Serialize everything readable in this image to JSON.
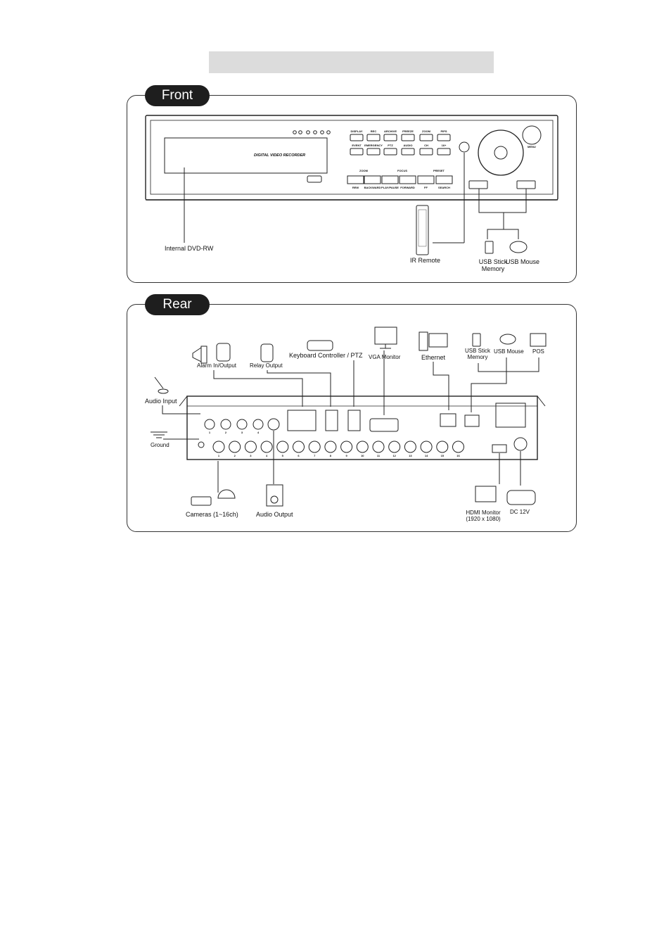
{
  "front": {
    "tab_label": "Front",
    "drive_text": "DIGITAL VIDEO RECORDER",
    "buttons_top": [
      "DISPLAY",
      "REC",
      "ARCHIVE",
      "FREEZE",
      "ZOOM",
      "PIPS"
    ],
    "buttons_mid": [
      "EVENT",
      "EMERGENCY",
      "PTZ",
      "AUDIO",
      "CH",
      "16+"
    ],
    "buttons_bot": [
      "REW",
      "BACKWARD",
      "PLAY/PAUSE",
      "FORWARD",
      "FF",
      "SEARCH"
    ],
    "ptz_row": [
      "ZOOM",
      "FOCUS",
      "PRESET"
    ],
    "menu_label": "MENU",
    "callouts": {
      "dvd": "Internal DVD-RW",
      "remote": "IR Remote",
      "usb_stick_1": "USB Stick",
      "usb_stick_2": "Memory",
      "usb_mouse": "USB Mouse"
    }
  },
  "rear": {
    "tab_label": "Rear",
    "callouts": {
      "alarm": "Alarm In/Output",
      "relay": "Relay Output",
      "keyboard": "Keyboard Controller / PTZ",
      "vga": "VGA Monitor",
      "ethernet": "Ethernet",
      "usb_stick_1": "USB Stick",
      "usb_stick_2": "Memory",
      "usb_mouse": "USB Mouse",
      "pos": "POS",
      "audio_input": "Audio Input",
      "ground": "Ground",
      "cameras": "Cameras (1~16ch)",
      "audio_output": "Audio Output",
      "hdmi_1": "HDMI Monitor",
      "hdmi_2": "(1920 x 1080)",
      "dc": "DC 12V"
    },
    "port_numbers": [
      "1",
      "2",
      "3",
      "4",
      "5",
      "6",
      "7",
      "8",
      "9",
      "10",
      "11",
      "12",
      "13",
      "14",
      "15",
      "16"
    ],
    "audio_in_numbers": [
      "1",
      "2",
      "3",
      "4"
    ]
  }
}
